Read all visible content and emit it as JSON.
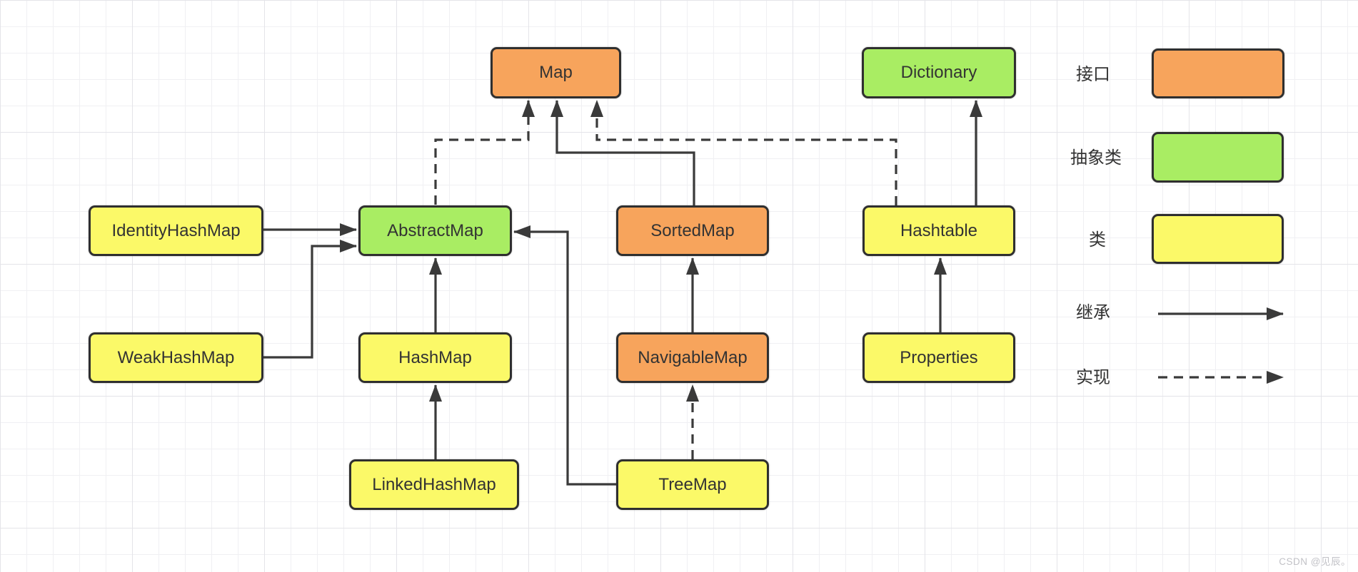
{
  "diagram": {
    "nodes": [
      {
        "label": "Map",
        "type": "interface"
      },
      {
        "label": "Dictionary",
        "type": "abstract"
      },
      {
        "label": "IdentityHashMap",
        "type": "class"
      },
      {
        "label": "AbstractMap",
        "type": "abstract"
      },
      {
        "label": "SortedMap",
        "type": "interface"
      },
      {
        "label": "Hashtable",
        "type": "class"
      },
      {
        "label": "WeakHashMap",
        "type": "class"
      },
      {
        "label": "HashMap",
        "type": "class"
      },
      {
        "label": "NavigableMap",
        "type": "interface"
      },
      {
        "label": "Properties",
        "type": "class"
      },
      {
        "label": "LinkedHashMap",
        "type": "class"
      },
      {
        "label": "TreeMap",
        "type": "class"
      }
    ],
    "edges": [
      {
        "from": "IdentityHashMap",
        "to": "AbstractMap",
        "relation": "inheritance"
      },
      {
        "from": "WeakHashMap",
        "to": "AbstractMap",
        "relation": "inheritance"
      },
      {
        "from": "HashMap",
        "to": "AbstractMap",
        "relation": "inheritance"
      },
      {
        "from": "LinkedHashMap",
        "to": "HashMap",
        "relation": "inheritance"
      },
      {
        "from": "TreeMap",
        "to": "AbstractMap",
        "relation": "inheritance"
      },
      {
        "from": "TreeMap",
        "to": "NavigableMap",
        "relation": "implementation"
      },
      {
        "from": "NavigableMap",
        "to": "SortedMap",
        "relation": "inheritance"
      },
      {
        "from": "SortedMap",
        "to": "Map",
        "relation": "inheritance"
      },
      {
        "from": "AbstractMap",
        "to": "Map",
        "relation": "implementation"
      },
      {
        "from": "Hashtable",
        "to": "Map",
        "relation": "implementation"
      },
      {
        "from": "Hashtable",
        "to": "Dictionary",
        "relation": "inheritance"
      },
      {
        "from": "Properties",
        "to": "Hashtable",
        "relation": "inheritance"
      }
    ]
  },
  "legend": {
    "items": [
      {
        "label": "接口",
        "kind": "swatch",
        "color": "#f7a45c"
      },
      {
        "label": "抽象类",
        "kind": "swatch",
        "color": "#a9ed63"
      },
      {
        "label": "类",
        "kind": "swatch",
        "color": "#fbf968"
      },
      {
        "label": "继承",
        "kind": "solid-arrow"
      },
      {
        "label": "实现",
        "kind": "dashed-arrow"
      }
    ]
  },
  "colors": {
    "interface": "#f7a45c",
    "abstract": "#a9ed63",
    "class": "#fbf968",
    "border": "#2f2f2f",
    "line": "#3a3a3a",
    "grid": "#f0f0f3",
    "watermark_text": "#c2c2c7"
  },
  "watermark": {
    "text": "CSDN @见辰。"
  }
}
